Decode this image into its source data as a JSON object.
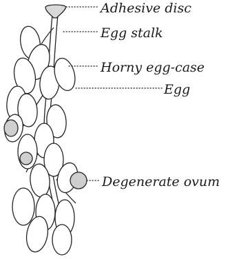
{
  "labels": {
    "adhesive_disc": "Adhesive disc",
    "egg_stalk": "Egg stalk",
    "horny_egg_case": "Horny egg-case",
    "egg": "Egg",
    "degenerate_ovum": "Degenerate ovum"
  }
}
